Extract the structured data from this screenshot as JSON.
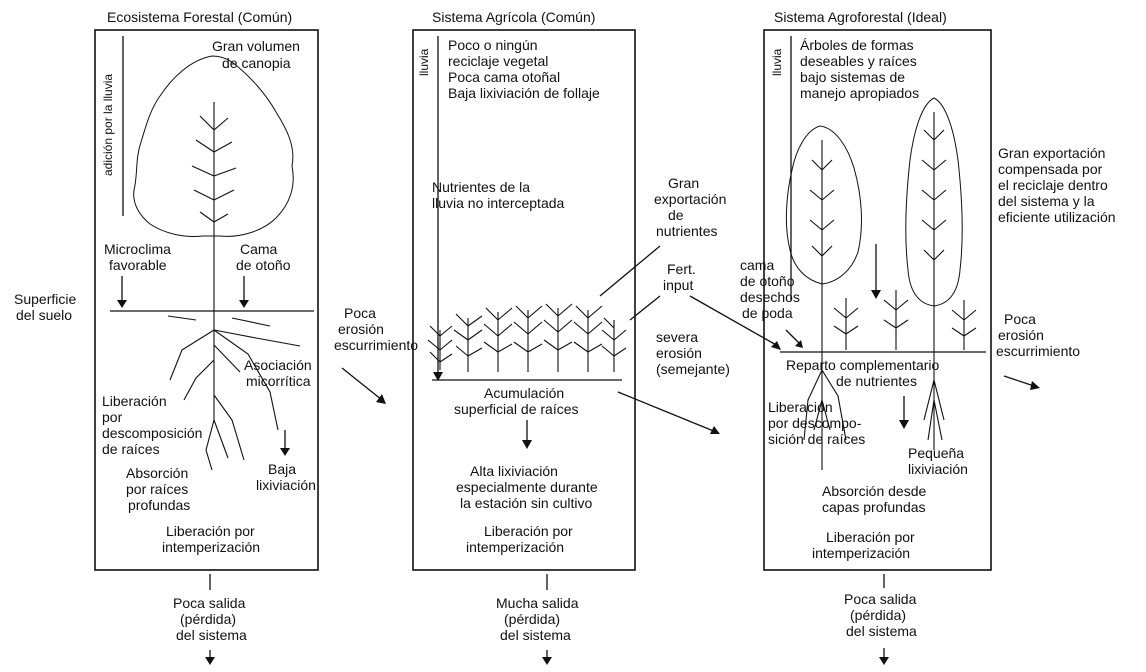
{
  "panels": [
    {
      "title": "Ecosistema Forestal (Común)",
      "rain": "adición por la lluvia",
      "top_note": [
        "Gran volumen",
        "de canopia"
      ],
      "micro": [
        "Microclima",
        "favorable"
      ],
      "litter": [
        "Cama",
        "de otoño"
      ],
      "mycor": [
        "Asociación",
        "micorrítica"
      ],
      "decomp": [
        "Liberación",
        "por",
        "descomposición",
        "de raíces"
      ],
      "absorb": [
        "Absorción",
        "por raíces",
        "profundas"
      ],
      "leach": [
        "Baja",
        "lixiviación"
      ],
      "weather": [
        "Liberación por",
        "intemperización"
      ],
      "out": [
        "Poca salida",
        "(pérdida)",
        "del sistema"
      ]
    },
    {
      "title": "Sistema Agrícola (Común)",
      "rain": "lluvia",
      "top_note": [
        "Poco o ningún",
        "reciclaje vegetal",
        "Poca cama otoñal",
        "Baja lixiviación de follaje"
      ],
      "nutr": [
        "Nutrientes de la",
        "lluvia no interceptada"
      ],
      "roots": [
        "Acumulación",
        "superficial de raíces"
      ],
      "leach": [
        "Alta lixiviación",
        "especialmente durante",
        "la estación sin cultivo"
      ],
      "weather": [
        "Liberación por",
        "intemperización"
      ],
      "out": [
        "Mucha salida",
        "(pérdida)",
        "del sistema"
      ]
    },
    {
      "title": "Sistema Agroforestal (Ideal)",
      "rain": "lluvia",
      "top_note": [
        "Árboles de formas",
        "deseables y raíces",
        "bajo sistemas de",
        "manejo apropiados"
      ],
      "litter": [
        "cama",
        "de otoño",
        "desechos",
        "de poda"
      ],
      "repl": [
        "Reparto complementario",
        "de nutrientes"
      ],
      "decomp": [
        "Liberación",
        "por descompo-",
        "sición de raíces"
      ],
      "leach": [
        "Pequeña",
        "lixiviación"
      ],
      "absorb": [
        "Absorción desde",
        "capas profundas"
      ],
      "weather": [
        "Liberación por",
        "intemperización"
      ],
      "out": [
        "Poca salida",
        "(pérdida)",
        "del sistema"
      ]
    }
  ],
  "side": {
    "soil": [
      "Superficie",
      "del suelo"
    ],
    "erosion1": [
      "Poca",
      "erosión",
      "escurrimiento"
    ],
    "export": [
      "Gran",
      "exportación",
      "de",
      "nutrientes"
    ],
    "fert": [
      "Fert.",
      "input"
    ],
    "severe": [
      "severa",
      "erosión",
      "(semejante)"
    ],
    "compens": [
      "Gran exportación",
      "compensada por",
      "el reciclaje dentro",
      "del sistema y la",
      "eficiente utilización"
    ],
    "erosion2": [
      "Poca",
      "erosión",
      "escurrimiento"
    ]
  }
}
